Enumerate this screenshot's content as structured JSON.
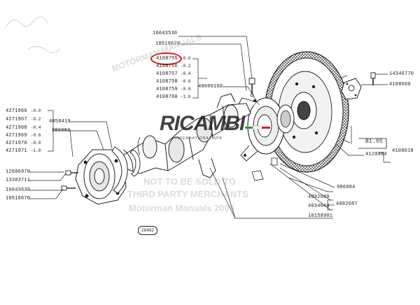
{
  "parts": {
    "p16043530_top": "16043530",
    "p10519670_top": "10519670",
    "p4108755": "4108755",
    "p4108756": "4108756",
    "p4108757": "4108757",
    "p4108758": "4108758",
    "p4108759": "4108759",
    "p4108760": "4108760",
    "p40000160": "40000160",
    "p14346770": "14346770",
    "p4108660": "4108660",
    "p4271966": "4271966",
    "p4271967": "4271967",
    "p4271968": "4271968",
    "p4271969": "4271969",
    "p4271970": "4271970",
    "p4271971": "4271971",
    "p4058419": "4058419",
    "p986983": "986983",
    "p12606970": "12606970",
    "p13303711": "13303711",
    "p16043530_bot": "16043530",
    "p10518670": "10518670",
    "p4120484": "4120484",
    "p4108618": "4108618",
    "pB105": "B1.05",
    "p986984": "986984",
    "p4092689": "4092689",
    "p4034044": "4034044",
    "p4092687": "4092687",
    "p10158901": "10158901"
  },
  "sizes": {
    "s0": "-0.0",
    "s2": "-0.2",
    "s4": "-0.4",
    "s6": "-0.6",
    "s8": "-0.8",
    "s10": "-1.0"
  },
  "figure_id": "26482",
  "logo": {
    "brand": "RICAMBI",
    "subtitle": "INTERNATIONAL SPA"
  },
  "watermark": {
    "line1": "NOT TO BE SOLD TO",
    "line2": "THIRD PARTY MERCHANTS",
    "line3": "Motorman Manuals 2006",
    "diag": "MOTORMAN MANUALS"
  },
  "colors": {
    "highlight": "#e01818",
    "flag_green": "#2e9a3a",
    "flag_white": "#ffffff",
    "flag_red": "#d02020"
  }
}
